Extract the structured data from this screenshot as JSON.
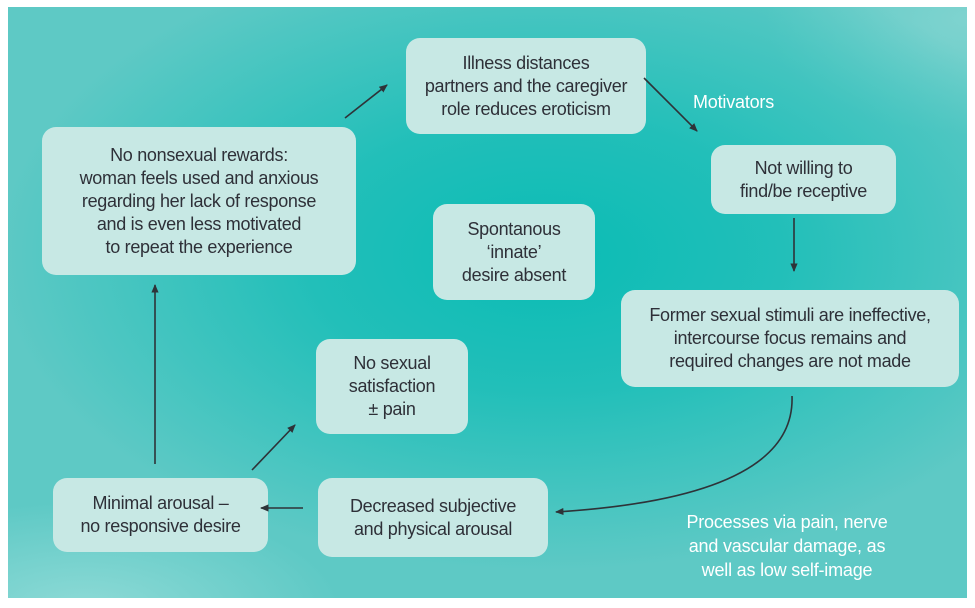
{
  "diagram": {
    "nodes": {
      "illness": {
        "text": "Illness distances\npartners and the caregiver\nrole reduces eroticism"
      },
      "not_willing": {
        "text": "Not willing to\nfind/be receptive"
      },
      "spontaneous": {
        "text": "Spontanous\n‘innate’\ndesire absent"
      },
      "former_stimuli": {
        "text": "Former sexual stimuli are ineffective,\nintercourse focus remains and\nrequired changes are not made"
      },
      "no_rewards": {
        "text": "No nonsexual rewards:\nwoman feels used and anxious\nregarding her lack of response\nand is even less motivated\nto repeat the experience"
      },
      "no_satisfaction": {
        "text": "No sexual\nsatisfaction\n± pain"
      },
      "minimal_arousal": {
        "text": "Minimal arousal –\nno responsive desire"
      },
      "decreased_arousal": {
        "text": "Decreased subjective\nand physical arousal"
      }
    },
    "labels": {
      "motivators": "Motivators",
      "processes": "Processes via pain, nerve\nand vascular damage, as\nwell as low self-image"
    },
    "colors": {
      "background_teal_center": "#0abcb5",
      "background_teal_edge": "#5ec9c5",
      "node_fill": "#c7e8e4",
      "node_text": "#2e3038",
      "arrow": "#2e3338",
      "label_text": "#ffffff",
      "page_border": "#ffffff"
    }
  }
}
